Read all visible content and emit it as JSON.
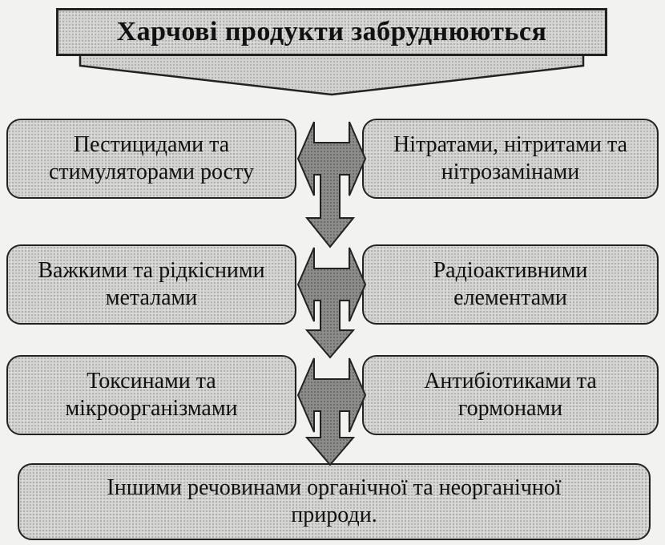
{
  "title": "Харчові продукти забруднюються",
  "rows": [
    {
      "left": "Пестицидами та\nстимуляторами росту",
      "right": "Нітратами, нітритами та\nнітрозамінами"
    },
    {
      "left": "Важкими та рідкісними\nметалами",
      "right": "Радіоактивними\nелементами"
    },
    {
      "left": "Токсинами та\nмікроорганізмами",
      "right": "Антибіотиками та\nгормонами"
    }
  ],
  "bottom": "Іншими речовинами органічної та неорганічної\nприроди."
}
